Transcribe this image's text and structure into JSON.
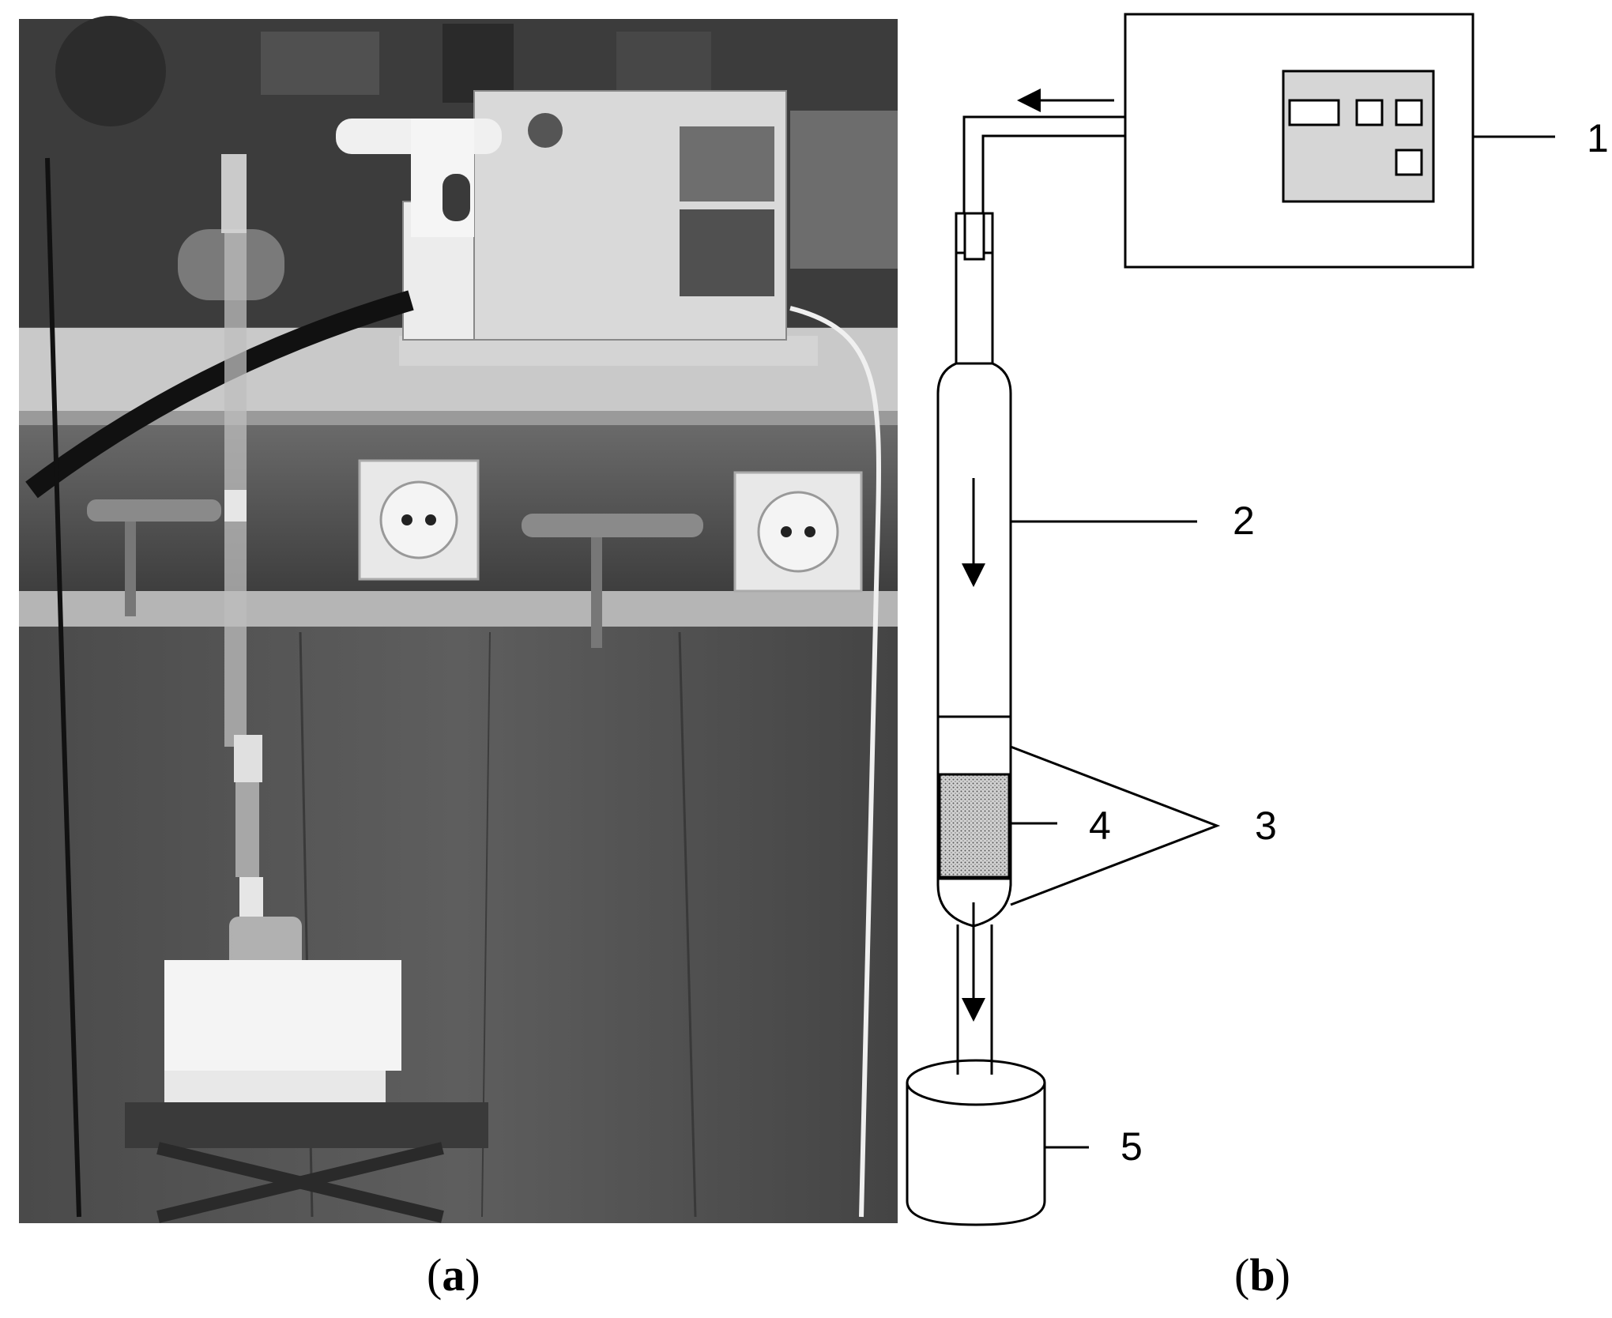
{
  "panels": {
    "a": {
      "letter": "a"
    },
    "b": {
      "letter": "b"
    }
  },
  "callouts": {
    "c1": "1",
    "c2": "2",
    "c3": "3",
    "c4": "4",
    "c5": "5"
  },
  "colors": {
    "line": "#000000",
    "display_fill": "#d6d6d6",
    "packing_fill": "#b8b8b8",
    "photo_background": "#5b5b5b"
  }
}
